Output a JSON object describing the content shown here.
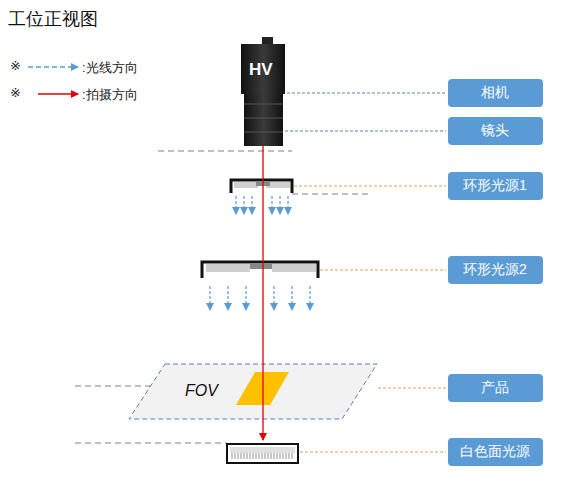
{
  "diagram": {
    "title": "工位正视图",
    "nodes": [
      {
        "text": [
          "相机"
        ]
      },
      {
        "text": [
          "镜头"
        ]
      },
      {
        "text": [
          "环形光源1"
        ]
      },
      {
        "text": [
          "环形光源2"
        ]
      },
      {
        "text": [
          "FOV"
        ]
      },
      {
        "text": [
          "产品"
        ]
      },
      {
        "text": [
          "白色面光源"
        ]
      }
    ],
    "labels": [
      "HV",
      "※",
      "※"
    ],
    "legend": [
      {
        "text": ":光线方向"
      },
      {
        "text": ":拍摄方向"
      }
    ]
  }
}
